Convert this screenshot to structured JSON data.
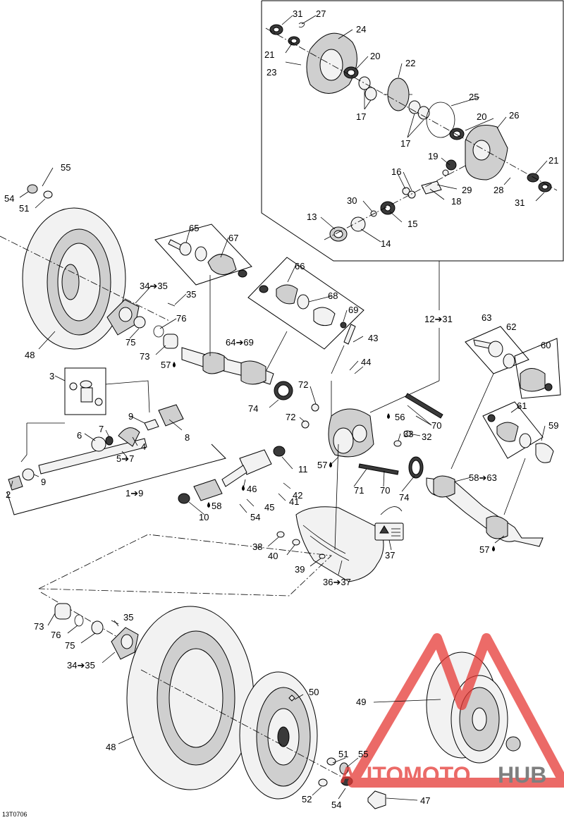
{
  "diagram_code": "13T0706",
  "watermark": {
    "text_auto": "AUTOMOTO",
    "text_hub": "HUB",
    "accent_color": "#e53935",
    "gray_color": "#555555"
  },
  "colors": {
    "line": "#000000",
    "part_fill": "#f2f2f2",
    "part_shade": "#cfcfcf"
  },
  "labels": {
    "l31a": "31",
    "l27": "27",
    "l24": "24",
    "l21a": "21",
    "l23": "23",
    "l20a": "20",
    "l22": "22",
    "l17a": "17",
    "l17b": "17",
    "l25": "25",
    "l20b": "20",
    "l26": "26",
    "l19": "19",
    "l21b": "21",
    "l16": "16",
    "l29": "29",
    "l28": "28",
    "l31b": "31",
    "l30": "30",
    "l18": "18",
    "l13": "13",
    "l15": "15",
    "l14": "14",
    "l55a": "55",
    "l54a": "54",
    "l51a": "51",
    "l65": "65",
    "l67": "67",
    "l66": "66",
    "l3435a": "34➔35",
    "l35a": "35",
    "l68": "68",
    "l69": "69",
    "l1231": "12➔31",
    "l76a": "76",
    "l75a": "75",
    "l73a": "73",
    "l6469": "64➔69",
    "l43": "43",
    "l63": "63",
    "l62": "62",
    "l60": "60",
    "l48a": "48",
    "l57a": "57",
    "l44": "44",
    "l3": "3",
    "l72a": "72",
    "l74a": "74",
    "l56": "56",
    "l72b": "72",
    "l70a": "70",
    "l9a": "9",
    "l8": "8",
    "l7": "7",
    "l6": "6",
    "l4": "4",
    "l33": "33",
    "l32": "32",
    "l61": "61",
    "l59": "59",
    "l57b": "57",
    "l11": "11",
    "l57": "5➔7",
    "l9b": "9",
    "l2": "2",
    "l19x": "1➔9",
    "l46": "46",
    "l42": "42",
    "l58": "58",
    "l71": "71",
    "l70b": "70",
    "l74b": "74",
    "l5863": "58➔63",
    "l41": "41",
    "l45": "45",
    "l10": "10",
    "l54b": "54",
    "l38": "38",
    "l37": "37",
    "l40": "40",
    "l39": "39",
    "l3637": "36➔37",
    "l57c": "57",
    "l73b": "73",
    "l35b": "35",
    "l76b": "76",
    "l75b": "75",
    "l3435b": "34➔35",
    "l50": "50",
    "l49": "49",
    "l48b": "48",
    "l51b": "51",
    "l55b": "55",
    "l52": "52",
    "l54c": "54",
    "l47": "47"
  }
}
